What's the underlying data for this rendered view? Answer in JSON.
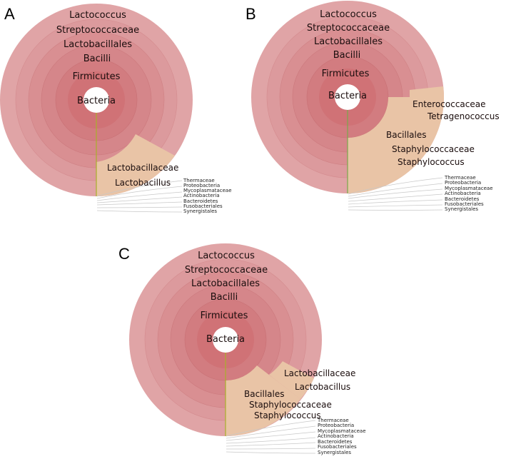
{
  "panels": [
    {
      "letter": "A",
      "ring_labels": [
        "Lactococcus",
        "Streptococcaceae",
        "Lactobacillales",
        "Bacilli",
        "Firmicutes",
        "Bacteria"
      ],
      "wedge_labels": [
        "Lactobacillaceae",
        "Lactobacillus"
      ],
      "minor_taxa": [
        "Thermaceae",
        "Proteobacteria",
        "Mycoplasmataceae",
        "Actinobacteria",
        "Bacteroidetes",
        "Fusobacteriales",
        "Synergistales"
      ]
    },
    {
      "letter": "B",
      "ring_labels": [
        "Lactococcus",
        "Streptococcaceae",
        "Lactobacillales",
        "Bacilli",
        "Firmicutes",
        "Bacteria"
      ],
      "wedge_labels": [
        "Enterococcaceae",
        "Tetragenococcus",
        "Bacillales",
        "Staphylococcaceae",
        "Staphylococcus"
      ],
      "minor_taxa": [
        "Thermaceae",
        "Proteobacteria",
        "Mycoplasmataceae",
        "Actinobacteria",
        "Bacteroidetes",
        "Fusobacteriales",
        "Synergistales"
      ]
    },
    {
      "letter": "C",
      "ring_labels": [
        "Lactococcus",
        "Streptococcaceae",
        "Lactobacillales",
        "Bacilli",
        "Firmicutes",
        "Bacteria"
      ],
      "wedge_labels": [
        "Lactobacillaceae",
        "Lactobacillus",
        "Bacillales",
        "Staphylococcaceae",
        "Staphylococcus"
      ],
      "minor_taxa": [
        "Thermaceae",
        "Proteobacteria",
        "Mycoplasmataceae",
        "Actinobacteria",
        "Bacteroidetes",
        "Fusobacteriales",
        "Synergistales"
      ]
    }
  ],
  "colors": {
    "ring_outer": "#e0a4a6",
    "ring_inner": "#d26e72",
    "wedge": "#e9c4a6",
    "wedge_line": "#a8b02c",
    "thread": "#c8c8c8",
    "center": "#ffffff"
  }
}
